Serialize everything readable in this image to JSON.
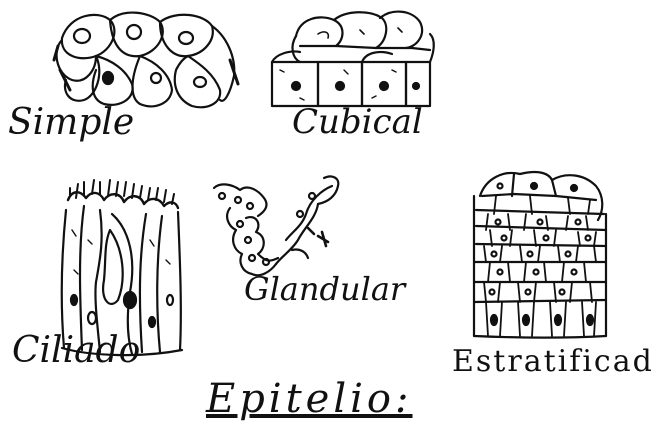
{
  "labels": {
    "simple": "Simple",
    "cubical": "Cubical",
    "glandular": "Glandular",
    "ciliated": "Ciliado",
    "stratified": "Estratificado",
    "title": "Epitelio:"
  },
  "colors": {
    "ink": "#111111",
    "paper": "#ffffff"
  }
}
